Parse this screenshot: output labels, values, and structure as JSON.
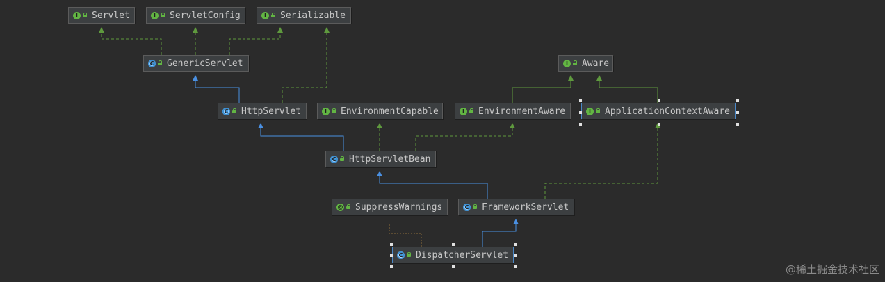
{
  "diagram": {
    "nodes": [
      {
        "id": "servlet",
        "label": "Servlet",
        "kind": "interface"
      },
      {
        "id": "servletconfig",
        "label": "ServletConfig",
        "kind": "interface"
      },
      {
        "id": "serializable",
        "label": "Serializable",
        "kind": "interface"
      },
      {
        "id": "genericservlet",
        "label": "GenericServlet",
        "kind": "abstract"
      },
      {
        "id": "aware",
        "label": "Aware",
        "kind": "interface"
      },
      {
        "id": "httpservlet",
        "label": "HttpServlet",
        "kind": "abstract"
      },
      {
        "id": "environmentcapable",
        "label": "EnvironmentCapable",
        "kind": "interface"
      },
      {
        "id": "environmentaware",
        "label": "EnvironmentAware",
        "kind": "interface"
      },
      {
        "id": "applicationcontextaware",
        "label": "ApplicationContextAware",
        "kind": "interface",
        "selected": true
      },
      {
        "id": "httpservletbean",
        "label": "HttpServletBean",
        "kind": "abstract"
      },
      {
        "id": "suppresswarnings",
        "label": "SuppressWarnings",
        "kind": "annotation"
      },
      {
        "id": "frameworkservlet",
        "label": "FrameworkServlet",
        "kind": "abstract"
      },
      {
        "id": "dispatcherservlet",
        "label": "DispatcherServlet",
        "kind": "class",
        "selected": true
      }
    ],
    "edges": [
      {
        "from": "genericservlet",
        "to": "servlet",
        "type": "implements"
      },
      {
        "from": "genericservlet",
        "to": "servletconfig",
        "type": "implements"
      },
      {
        "from": "genericservlet",
        "to": "serializable",
        "type": "implements"
      },
      {
        "from": "httpservlet",
        "to": "genericservlet",
        "type": "extends"
      },
      {
        "from": "httpservlet",
        "to": "serializable",
        "type": "implements"
      },
      {
        "from": "environmentaware",
        "to": "aware",
        "type": "extends-interface"
      },
      {
        "from": "applicationcontextaware",
        "to": "aware",
        "type": "extends-interface"
      },
      {
        "from": "httpservletbean",
        "to": "httpservlet",
        "type": "extends"
      },
      {
        "from": "httpservletbean",
        "to": "environmentcapable",
        "type": "implements"
      },
      {
        "from": "httpservletbean",
        "to": "environmentaware",
        "type": "implements"
      },
      {
        "from": "frameworkservlet",
        "to": "httpservletbean",
        "type": "extends"
      },
      {
        "from": "frameworkservlet",
        "to": "applicationcontextaware",
        "type": "implements"
      },
      {
        "from": "dispatcherservlet",
        "to": "frameworkservlet",
        "type": "extends"
      },
      {
        "from": "dispatcherservlet",
        "to": "suppresswarnings",
        "type": "annotated"
      }
    ],
    "colors": {
      "background": "#2b2b2b",
      "extends": "#4a90e2",
      "implements": "#5f9a3e",
      "extends_interface": "#5f9a3e",
      "annotated": "#8c6d3b",
      "selected_border": "#4a88c7"
    }
  },
  "watermark": "@稀土掘金技术社区"
}
